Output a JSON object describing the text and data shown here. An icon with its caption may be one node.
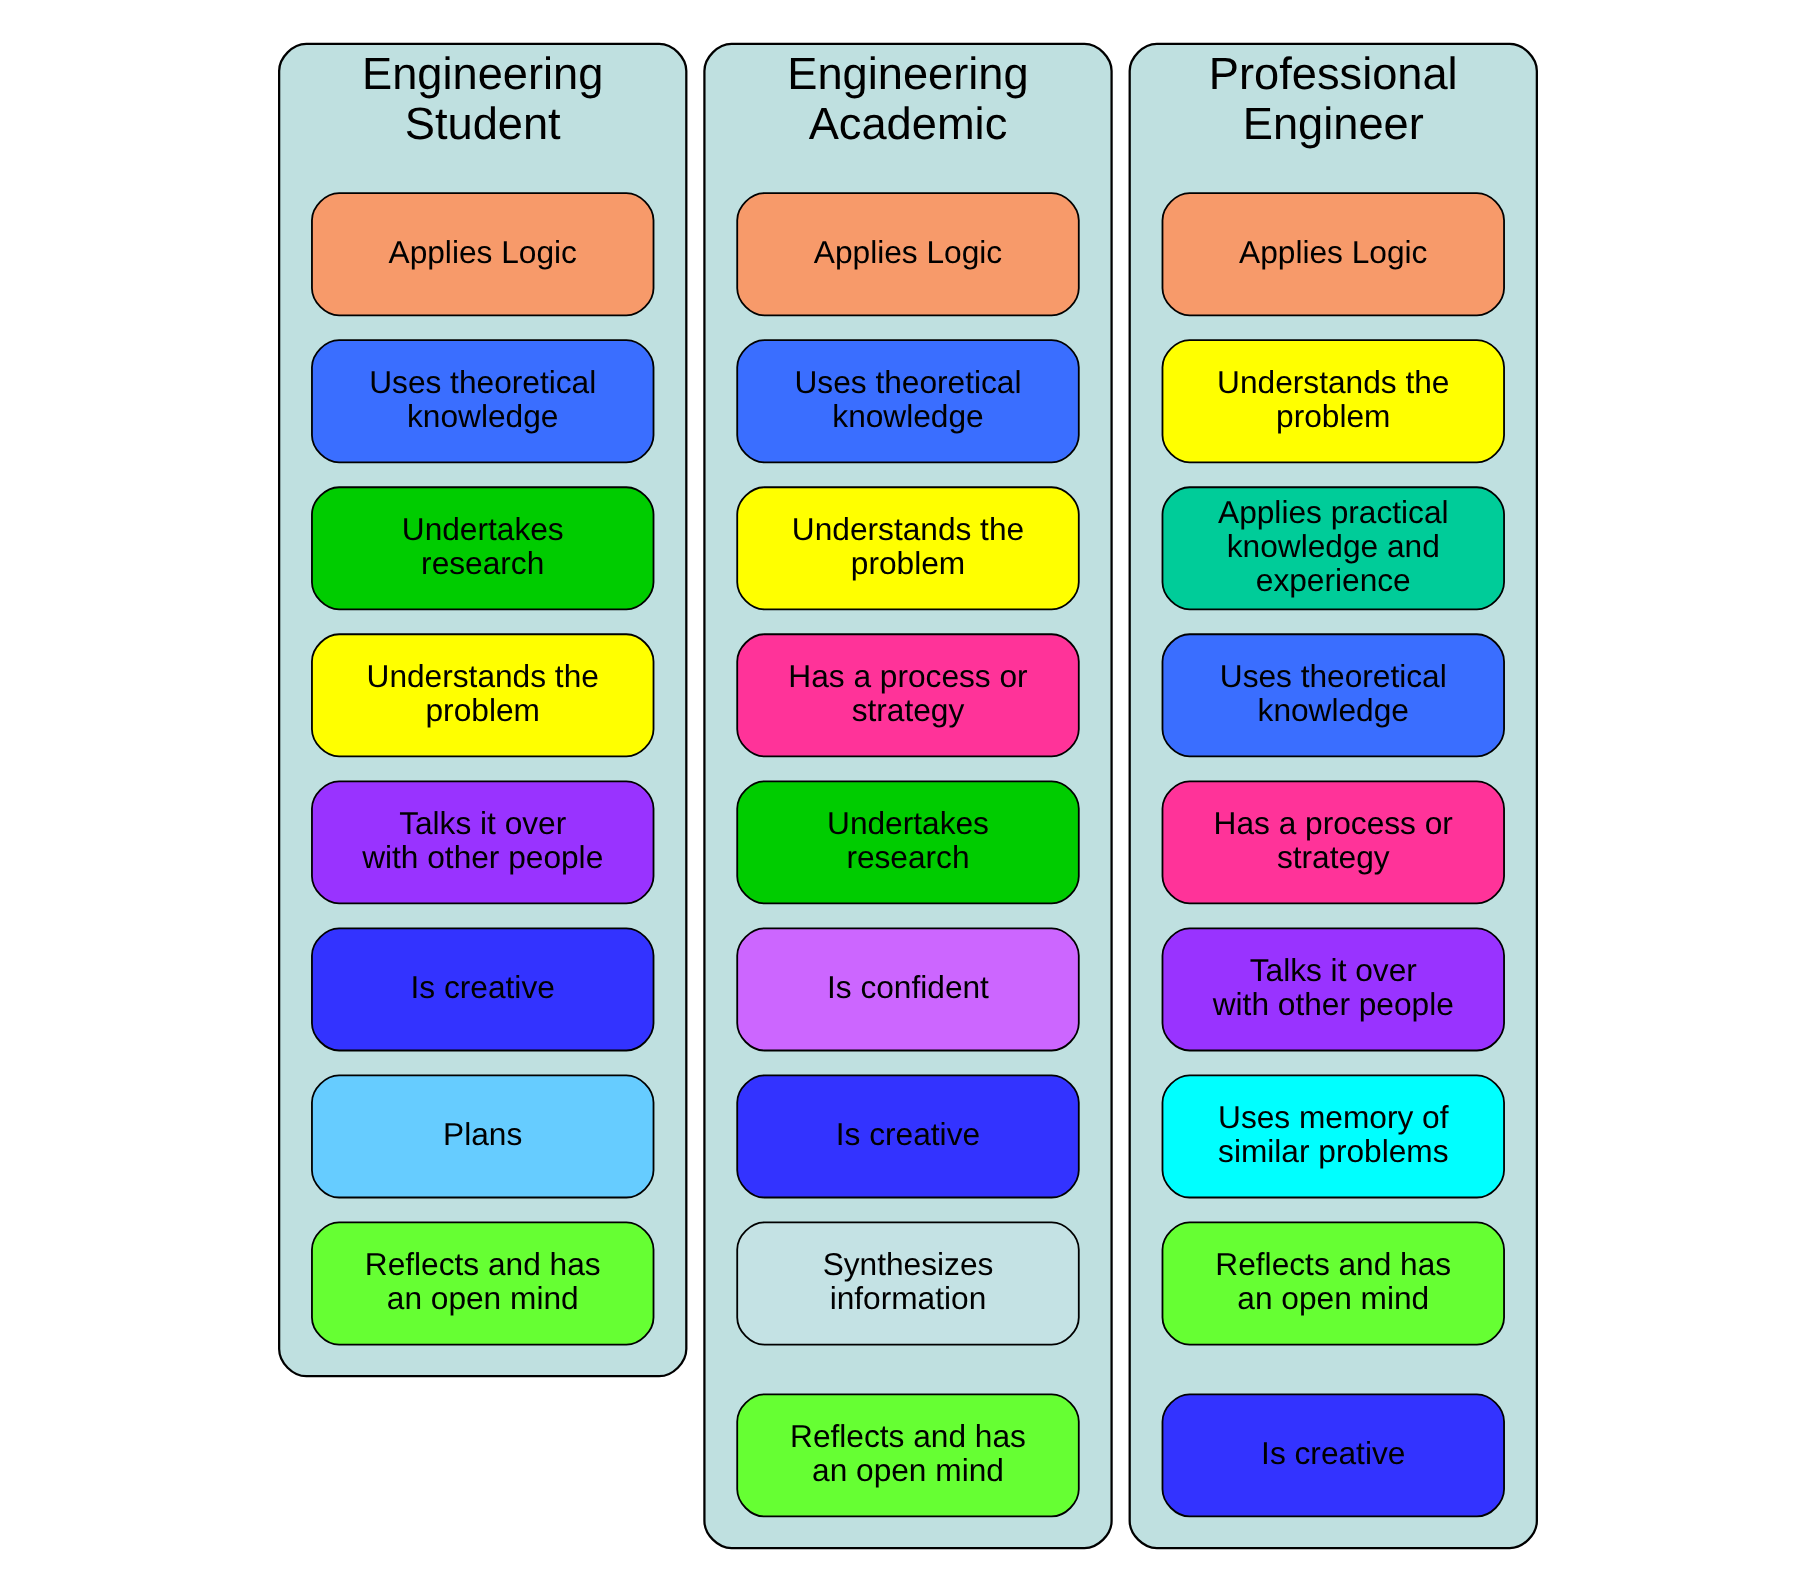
{
  "diagram": {
    "nodes": [
      {
        "text": [
          "Engineering Student"
        ]
      },
      {
        "text": [
          "Applies Logic"
        ],
        "in": 0
      },
      {
        "text": [
          "Uses theoretical knowledge"
        ],
        "in": 0
      },
      {
        "text": [
          "Undertakes research"
        ],
        "in": 0
      },
      {
        "text": [
          "Understands the problem"
        ],
        "in": 0
      },
      {
        "text": [
          "Talks it over with other people"
        ],
        "in": 0
      },
      {
        "text": [
          "Is creative"
        ],
        "in": 0
      },
      {
        "text": [
          "Plans"
        ],
        "in": 0
      },
      {
        "text": [
          "Reflects and has an open mind"
        ],
        "in": 0
      },
      {
        "text": [
          "Engineering Academic"
        ]
      },
      {
        "text": [
          "Applies Logic"
        ],
        "in": 9
      },
      {
        "text": [
          "Uses theoretical knowledge"
        ],
        "in": 9
      },
      {
        "text": [
          "Understands the problem"
        ],
        "in": 9
      },
      {
        "text": [
          "Has a process or strategy"
        ],
        "in": 9
      },
      {
        "text": [
          "Undertakes research"
        ],
        "in": 9
      },
      {
        "text": [
          "Is confident"
        ],
        "in": 9
      },
      {
        "text": [
          "Is creative"
        ],
        "in": 9
      },
      {
        "text": [
          "Synthesizes information"
        ],
        "in": 9
      },
      {
        "text": [
          "Reflects and has an open mind"
        ],
        "in": 9
      },
      {
        "text": [
          "Professional Engineer"
        ]
      },
      {
        "text": [
          "Applies Logic"
        ],
        "in": 19
      },
      {
        "text": [
          "Understands the problem"
        ],
        "in": 19
      },
      {
        "text": [
          "Applies practical knowledge and experience"
        ],
        "in": 19
      },
      {
        "text": [
          "Uses theoretical knowledge"
        ],
        "in": 19
      },
      {
        "text": [
          "Has a process or strategy"
        ],
        "in": 19
      },
      {
        "text": [
          "Talks it over with other people"
        ],
        "in": 19
      },
      {
        "text": [
          "Uses memory of similar problems"
        ],
        "in": 19
      },
      {
        "text": [
          "Reflects and has an open mind"
        ],
        "in": 19
      },
      {
        "text": [
          "Is creative"
        ],
        "in": 19
      }
    ]
  }
}
